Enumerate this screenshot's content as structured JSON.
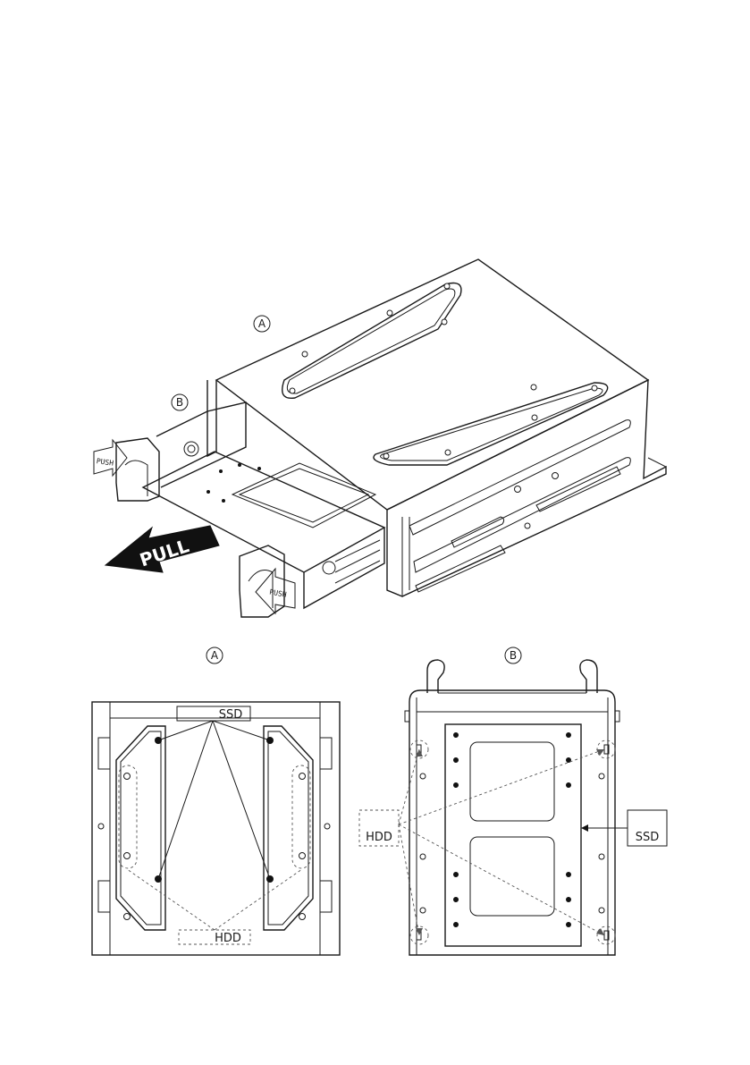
{
  "diagram": {
    "isometric": {
      "callout_a": "A",
      "callout_b": "B",
      "pull_label": "PULL",
      "push_left_label": "PUSH",
      "push_right_label": "PUSH"
    },
    "view_a": {
      "callout": "A",
      "ssd_label": "SSD",
      "hdd_label": "HDD"
    },
    "view_b": {
      "callout": "B",
      "hdd_label": "HDD",
      "ssd_label": "SSD"
    }
  },
  "colors": {
    "line": "#1a1a1a",
    "arrow_fill": "#111111",
    "background": "#ffffff"
  }
}
